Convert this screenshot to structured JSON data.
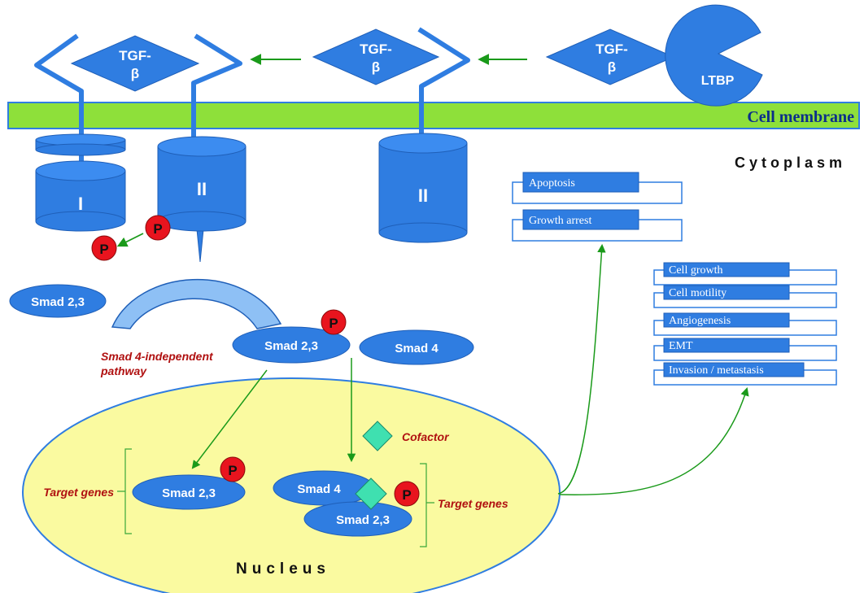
{
  "labels": {
    "tgf_top": "TGF-",
    "tgf_beta": "β",
    "ltbp": "LTBP",
    "cell_membrane": "Cell membrane",
    "cytoplasm": "Cytoplasm",
    "nucleus": "Nucleus",
    "receptor_I": "I",
    "receptor_II": "II",
    "phospho": "P",
    "smad23": "Smad 2,3",
    "smad4": "Smad 4",
    "smad4_independent_1": "Smad 4-independent",
    "smad4_independent_2": "pathway",
    "cofactor": "Cofactor",
    "target_genes": "Target genes"
  },
  "outcomes_left": [
    "Apoptosis",
    "Growth arrest"
  ],
  "outcomes_right": [
    "Cell growth",
    "Cell motility",
    "Angiogenesis",
    "EMT",
    "Invasion / metastasis"
  ],
  "colors": {
    "blue": "#2f7de1",
    "blue_dark": "#1f5fb8",
    "membrane": "#8ee03a",
    "nucleus": "#fafaa0",
    "phospho": "#e8141e",
    "cofactor": "#3fe0b0",
    "arrow": "#1a9a1a",
    "red_text": "#b01010"
  }
}
